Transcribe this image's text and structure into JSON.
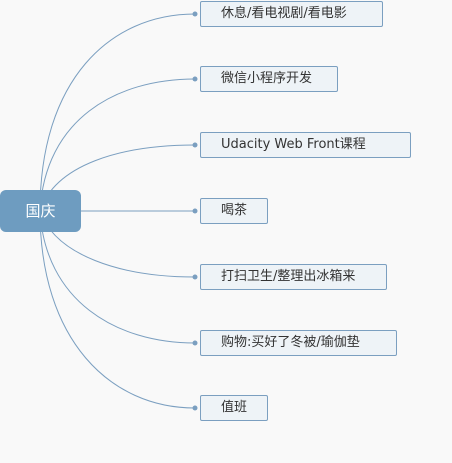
{
  "colors": {
    "root_fill": "#6e9cc0",
    "edge": "#7b9fc0",
    "node_fill": "#eef3f7",
    "node_border": "#7b9fc0",
    "text": "#333333",
    "background": "#f9f9f9"
  },
  "root": {
    "label": "国庆"
  },
  "branches": [
    {
      "label": "休息/看电视剧/看电影"
    },
    {
      "label": "微信小程序开发"
    },
    {
      "label": "Udacity Web Front课程"
    },
    {
      "label": "喝茶"
    },
    {
      "label": "打扫卫生/整理出冰箱来"
    },
    {
      "label": "购物:买好了冬被/瑜伽垫"
    },
    {
      "label": "值班"
    }
  ]
}
